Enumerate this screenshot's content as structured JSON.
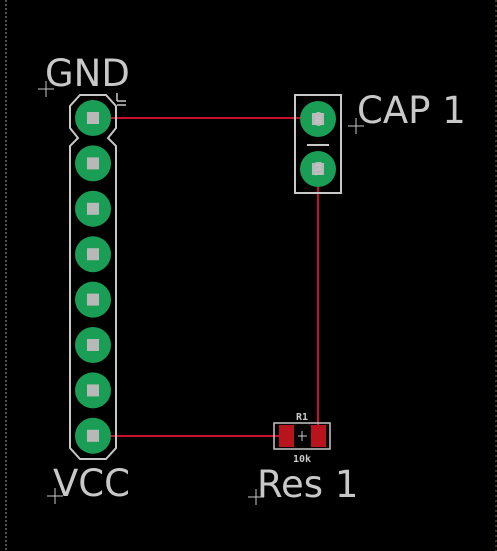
{
  "labels": {
    "gnd": "GND",
    "vcc": "VCC",
    "cap": "CAP 1",
    "res": "Res 1",
    "res_ref": "R1",
    "res_value": "10k"
  },
  "colors": {
    "background": "#000000",
    "trace": "#c8102e",
    "pad_ring": "#1a9e55",
    "pad_hole": "#b8b8b8",
    "silkscreen": "#c8c8c8",
    "smd_pad": "#b8141e",
    "board_edge": "#b89a5c"
  },
  "header": {
    "pin_count": 8
  },
  "icons": {
    "origin_marker": "crosshair-icon"
  }
}
